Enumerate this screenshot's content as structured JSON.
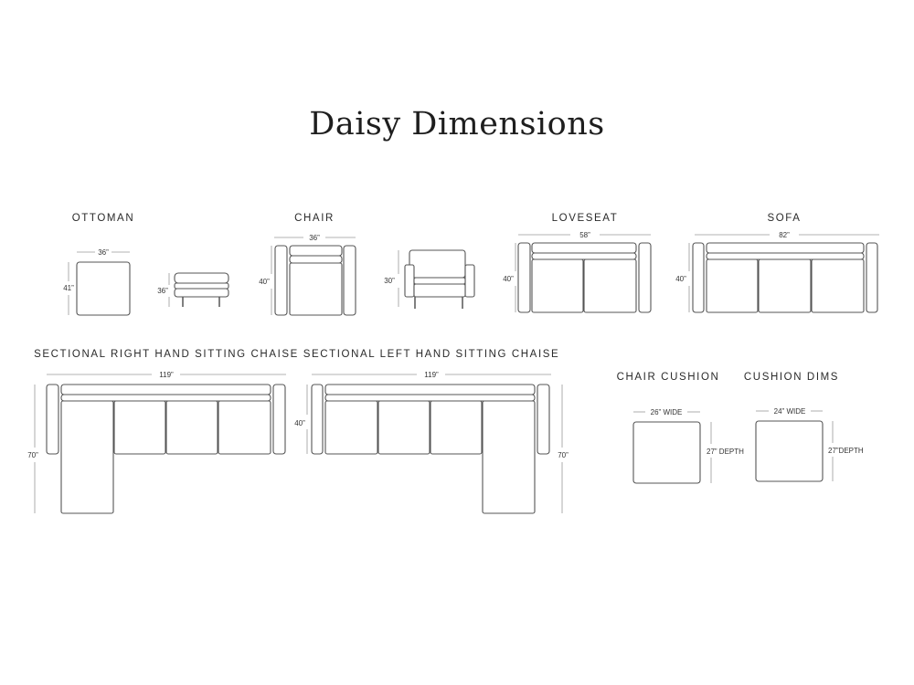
{
  "title": "Daisy Dimensions",
  "pieces": {
    "ottoman": {
      "label": "OTTOMAN",
      "width": "36”",
      "depth": "41”",
      "height": "36”"
    },
    "chair": {
      "label": "CHAIR",
      "width": "36”",
      "depth": "40”",
      "height": "30”"
    },
    "loveseat": {
      "label": "LOVESEAT",
      "width": "58”",
      "depth": "40”"
    },
    "sofa": {
      "label": "SOFA",
      "width": "82”",
      "depth": "40”"
    },
    "sectional_right": {
      "label": "SECTIONAL RIGHT HAND SITTING CHAISE",
      "width": "119”",
      "depth": "70”"
    },
    "sectional_left": {
      "label": "SECTIONAL LEFT HAND SITTING CHAISE",
      "width": "119”",
      "depth": "40”",
      "chaise_depth": "70”"
    },
    "chair_cushion": {
      "label": "CHAIR CUSHION",
      "width": "26” WIDE",
      "depth": "27” DEPTH"
    },
    "cushion_dims": {
      "label": "CUSHION DIMS",
      "width": "24” WIDE",
      "depth": "27”DEPTH"
    }
  }
}
